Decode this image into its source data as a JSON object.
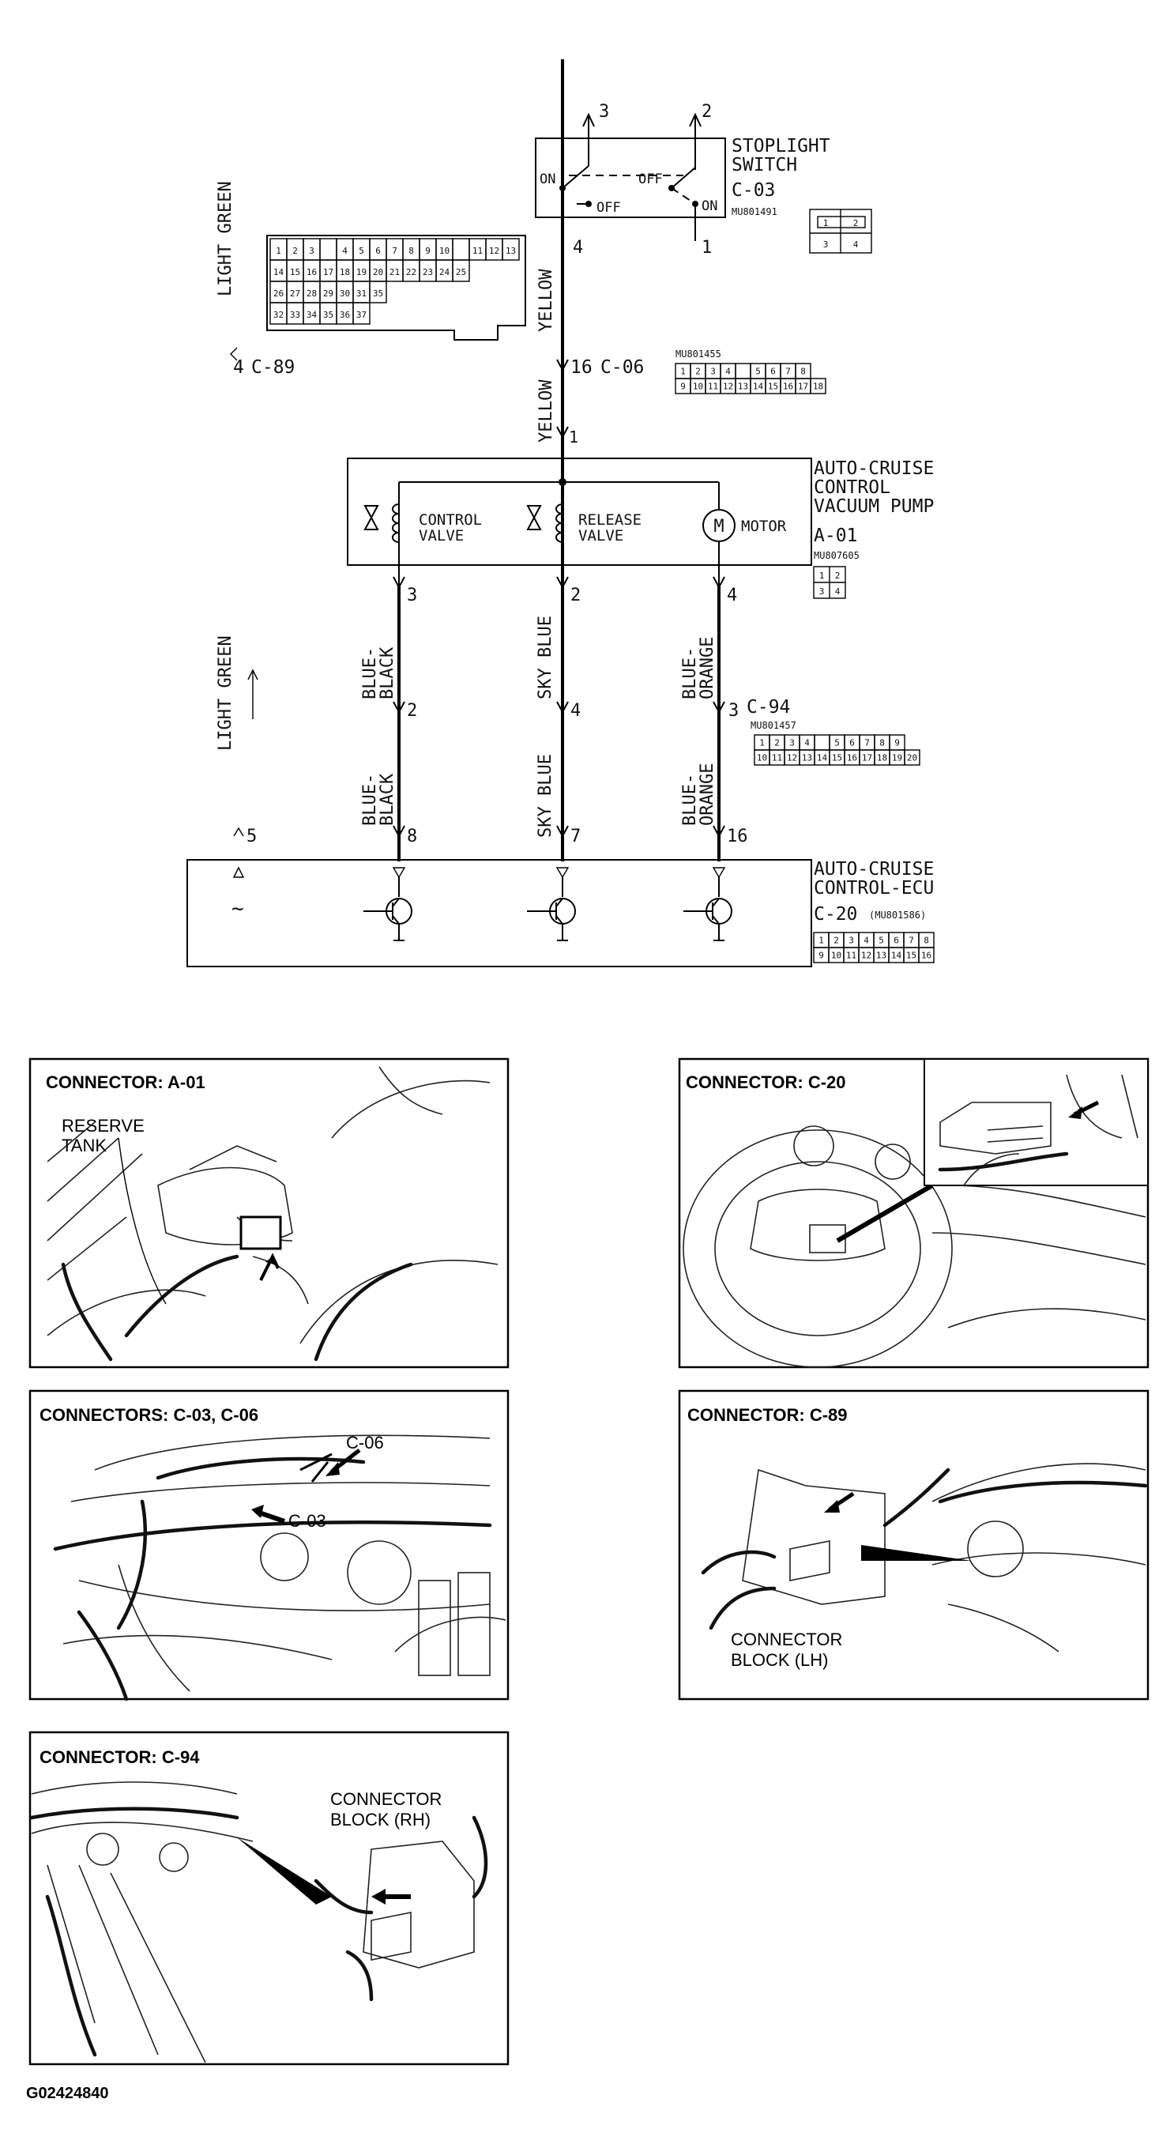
{
  "schematic": {
    "stoplight_switch": {
      "title_line1": "STOPLIGHT",
      "title_line2": "SWITCH",
      "connector": "C-03",
      "part_no": "MU801491",
      "pin_3": "3",
      "pin_2": "2",
      "pin_4": "4",
      "pin_1": "1",
      "on_left": "ON",
      "off_right": "OFF",
      "off_lower": "OFF",
      "on_right": "ON",
      "face_pins": [
        "1",
        "2",
        "3",
        "4"
      ]
    },
    "c89": {
      "label": "C-89",
      "pin": "4",
      "wire_color": "LIGHT GREEN",
      "rows": [
        [
          "1",
          "2",
          "3",
          "",
          "4",
          "5",
          "6",
          "7",
          "8",
          "9",
          "10",
          "",
          "11",
          "12",
          "13"
        ],
        [
          "14",
          "15",
          "16",
          "17",
          "18",
          "19",
          "20",
          "21",
          "22",
          "23",
          "24",
          "25"
        ],
        [
          "26",
          "27",
          "28",
          "29",
          "30",
          "31",
          "35"
        ],
        [
          "32",
          "33",
          "34",
          "35",
          "36",
          "37"
        ]
      ]
    },
    "yellow_wire_color": "YELLOW",
    "c06": {
      "label": "C-06",
      "pin": "16",
      "part_no": "MU801455",
      "row1": [
        "1",
        "2",
        "3",
        "4",
        "",
        "5",
        "6",
        "7",
        "8"
      ],
      "row2": [
        "9",
        "10",
        "11",
        "12",
        "13",
        "14",
        "15",
        "16",
        "17",
        "18"
      ]
    },
    "vacuum_pump": {
      "title_line1": "AUTO-CRUISE",
      "title_line2": "CONTROL",
      "title_line3": "VACUUM PUMP",
      "connector": "A-01",
      "part_no": "MU807605",
      "pin_1": "1",
      "pin_3": "3",
      "pin_2": "2",
      "pin_4": "4",
      "control_line1": "CONTROL",
      "control_line2": "VALVE",
      "release_line1": "RELEASE",
      "release_line2": "VALVE",
      "motor_label": "MOTOR",
      "motor_symbol": "M",
      "face_pins": [
        "1",
        "2",
        "3",
        "4"
      ]
    },
    "c94": {
      "label": "C-94",
      "pin_3": "3",
      "pin_2": "2",
      "pin_4": "4",
      "part_no": "MU801457",
      "row1": [
        "1",
        "2",
        "3",
        "4",
        "",
        "5",
        "6",
        "7",
        "8",
        "9"
      ],
      "row2": [
        "10",
        "11",
        "12",
        "13",
        "14",
        "15",
        "16",
        "17",
        "18",
        "19",
        "20"
      ]
    },
    "wire_labels": {
      "blue_black_top_1": "BLUE-",
      "blue_black_top_2": "BLACK",
      "sky_blue_top": "SKY BLUE",
      "blue_orange_top_1": "BLUE-",
      "blue_orange_top_2": "ORANGE",
      "blue_black_bot_1": "BLUE-",
      "blue_black_bot_2": "BLACK",
      "sky_blue_bot": "SKY BLUE",
      "blue_orange_bot_1": "BLUE-",
      "blue_orange_bot_2": "ORANGE",
      "light_green_left": "LIGHT GREEN"
    },
    "ecu": {
      "title_line1": "AUTO-CRUISE",
      "title_line2": "CONTROL-ECU",
      "connector": "C-20",
      "part_no": "(MU801586)",
      "pin_8": "8",
      "pin_7": "7",
      "pin_16": "16",
      "pin_5": "5",
      "row1": [
        "1",
        "2",
        "3",
        "4",
        "5",
        "6",
        "7",
        "8"
      ],
      "row2": [
        "9",
        "10",
        "11",
        "12",
        "13",
        "14",
        "15",
        "16"
      ]
    }
  },
  "locators": {
    "a01": {
      "title": "CONNECTOR: A-01",
      "callout_1": "RESERVE",
      "callout_2": "TANK"
    },
    "c20": {
      "title": "CONNECTOR: C-20"
    },
    "c03_c06": {
      "title": "CONNECTORS: C-03, C-06",
      "callout_c06": "C-06",
      "callout_c03": "C-03"
    },
    "c89": {
      "title": "CONNECTOR: C-89",
      "callout_1": "CONNECTOR",
      "callout_2": "BLOCK (LH)"
    },
    "c94": {
      "title": "CONNECTOR: C-94",
      "callout_1": "CONNECTOR",
      "callout_2": "BLOCK (RH)"
    }
  },
  "figure_id": "G02424840"
}
